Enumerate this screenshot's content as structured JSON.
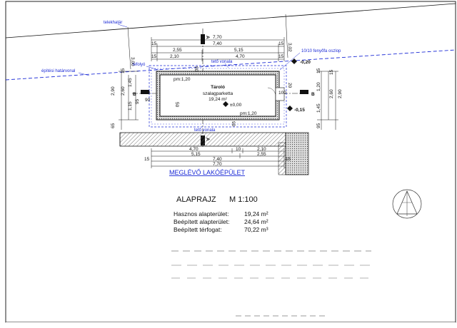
{
  "labels": {
    "telekhatar": "telekhatár",
    "epitesi_hatarvonal": "építési határvonal",
    "lefolyo": "lefolyó",
    "teto_vonala_top": "tető vonala",
    "teto_vonala_bottom": "tető vonala",
    "oszlop": "10/10 fenyőfa oszlop"
  },
  "room": {
    "name": "Tároló",
    "floor": "szalagparketta",
    "area": "19,24 m²",
    "level": "±0,00",
    "pm_top": "pm:1,20",
    "pm_bottom": "pm:1,20"
  },
  "levels": {
    "right_top": "-0,20",
    "right_mid": "-0,15"
  },
  "section_marks": {
    "a_top": "A",
    "a_bottom": "A",
    "b_left": "B",
    "b_right": "B"
  },
  "dims": {
    "top_row1": "7,70",
    "top_row2": "7,40",
    "top_row2_left": "15",
    "top_row2_right": "15",
    "top_row3_a": "2,55",
    "top_row3_b": "5,15",
    "top_row4_a": "2,10",
    "top_row4_b": "4,70",
    "top_row4_left": "15",
    "top_row4_right": "15",
    "bot_row1_a": "4,70",
    "bot_row1_b": "10",
    "bot_row1_c": "2,10",
    "bot_row2_a": "5,15",
    "bot_row2_b": "2,55",
    "bot_row3": "7,40",
    "bot_row4": "7,70",
    "bot_left": "15",
    "bot_right": "15",
    "left_a": "2,90",
    "left_b": "2,60",
    "left_c": "15",
    "left_d": "1,45",
    "left_e": "1,15",
    "left_f": "95",
    "left_g": "65",
    "right_a": "15",
    "right_b": "1,20",
    "right_c": "2,60",
    "right_d": "2,90",
    "right_e": "15",
    "right_f": "1,45",
    "right_g": "95",
    "inner_90_l": "90",
    "inner_90_r": "90",
    "inner_100": "100",
    "inner_90_top": "90",
    "inner_90_bot": "90",
    "inner_50": "50",
    "inner_20": "20",
    "slope_300": "3,00",
    "slope_302": "3,02"
  },
  "existing_building": "MEGLÉVŐ LAKÓÉPÜLET",
  "plan": {
    "title": "ALAPRAJZ",
    "scale": "M 1:100",
    "rows": [
      {
        "label": "Hasznos alapterület:",
        "value": "19,24 m²"
      },
      {
        "label": "Beépített alapterület:",
        "value": "24,64 m²"
      },
      {
        "label": "Beépített térfogat:",
        "value": "70,22 m³"
      }
    ]
  },
  "colors": {
    "accent": "#1c2bd6",
    "line": "#111111",
    "hatch": "#555555"
  }
}
